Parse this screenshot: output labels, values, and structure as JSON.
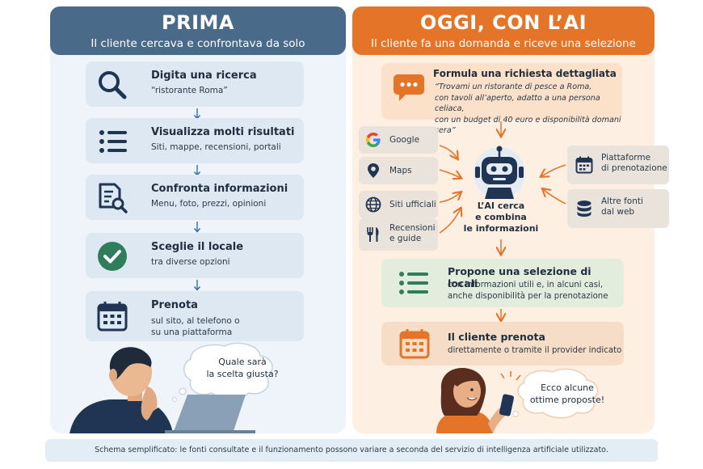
{
  "left": {
    "title": "PRIMA",
    "subtitle": "Il cliente cercava e confrontava da solo",
    "steps": [
      {
        "title": "Digita una ricerca",
        "desc": "“ristorante Roma”",
        "icon": "search-icon"
      },
      {
        "title": "Visualizza molti risultati",
        "desc": "Siti, mappe, recensioni, portali",
        "icon": "list-icon"
      },
      {
        "title": "Confronta informazioni",
        "desc": "Menu, foto, prezzi, opinioni",
        "icon": "document-search-icon"
      },
      {
        "title": "Sceglie il locale",
        "desc": "tra diverse opzioni",
        "icon": "check-circle-icon"
      },
      {
        "title": "Prenota",
        "desc_line1": "sul sito, al telefono o",
        "desc_line2": "su una piattaforma",
        "icon": "calendar-icon"
      }
    ],
    "thought_line1": "Quale sarà",
    "thought_line2": "la scelta giusta?"
  },
  "right": {
    "title": "OGGI, CON L’AI",
    "subtitle": "Il cliente fa una domanda e riceve una selezione",
    "request": {
      "title": "Formula una richiesta dettagliata",
      "line1": "“Trovami un ristorante di pesce a Roma,",
      "line2": "con tavoli all’aperto, adatto a una persona celiaca,",
      "line3": "con un budget di 40 euro e disponibilità domani sera”",
      "icon": "chat-bubble-icon"
    },
    "sources_left": [
      {
        "label": "Google",
        "icon": "google-icon"
      },
      {
        "label": "Maps",
        "icon": "map-pin-icon"
      },
      {
        "label": "Siti ufficiali",
        "icon": "globe-icon"
      },
      {
        "label_line1": "Recensioni",
        "label_line2": "e guide",
        "icon": "fork-knife-icon"
      }
    ],
    "sources_right": [
      {
        "label_line1": "Piattaforme",
        "label_line2": "di prenotazione",
        "icon": "calendar-small-icon"
      },
      {
        "label_line1": "Altre fonti",
        "label_line2": "dal web",
        "icon": "database-icon"
      }
    ],
    "ai": {
      "line1": "L’AI cerca",
      "line2": "e combina",
      "line3": "le informazioni",
      "icon": "robot-icon"
    },
    "proposal": {
      "title": "Propone una selezione di locali",
      "line1": "con informazioni utili e, in alcuni casi,",
      "line2": "anche disponibilità per la prenotazione",
      "icon": "list-icon"
    },
    "booking": {
      "title": "Il cliente prenota",
      "desc": "direttamente o tramite il provider indicato",
      "icon": "calendar-icon"
    },
    "speech_line1": "Ecco alcune",
    "speech_line2": "ottime proposte!"
  },
  "footer": "Schema semplificato: le fonti consultate e il funzionamento possono variare a seconda del servizio di intelligenza artificiale utilizzato.",
  "colors": {
    "left_header": "#4a6a89",
    "right_header": "#e37428",
    "left_bg": "#eef4fa",
    "right_bg": "#fdf0e3",
    "navy": "#1f3553",
    "orange": "#e37428",
    "green": "#2e7d5b"
  }
}
